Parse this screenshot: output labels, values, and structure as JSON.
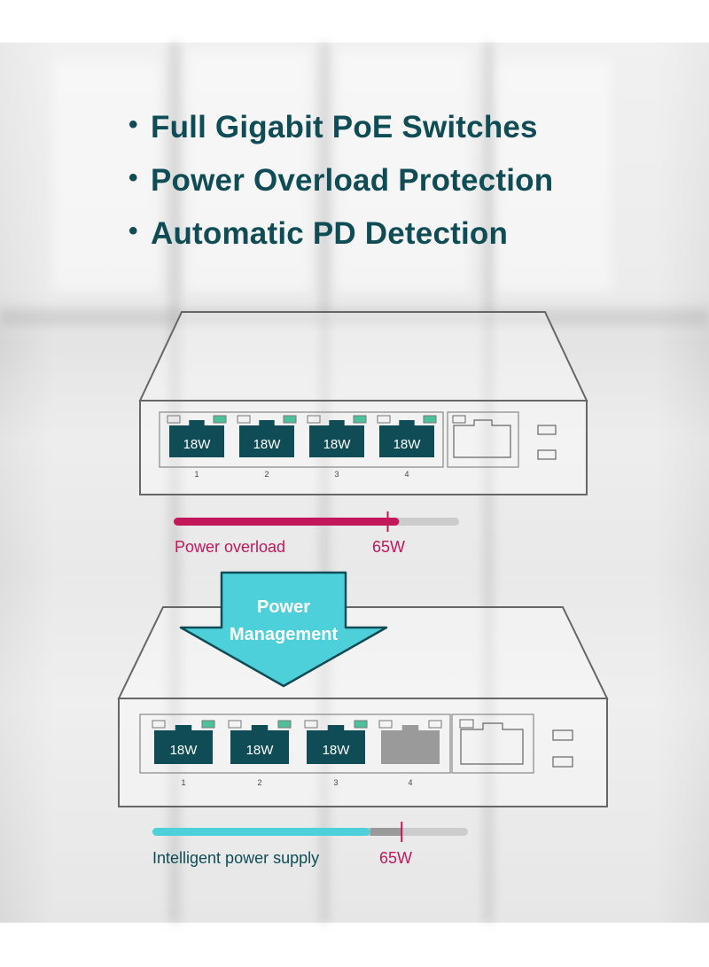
{
  "features": [
    "Full Gigabit PoE Switches",
    "Power Overload Protection",
    "Automatic PD Detection"
  ],
  "bullet_symbol": "•",
  "switch_top": {
    "ports": [
      {
        "number": "1",
        "label": "18W",
        "active": true
      },
      {
        "number": "2",
        "label": "18W",
        "active": true
      },
      {
        "number": "3",
        "label": "18W",
        "active": true
      },
      {
        "number": "4",
        "label": "18W",
        "active": true
      }
    ],
    "power_bar": {
      "label": "Power overload",
      "limit_label": "65W",
      "fill_fraction": 0.79,
      "limit_fraction": 0.75
    }
  },
  "arrow": {
    "line1": "Power",
    "line2": "Management"
  },
  "switch_bottom": {
    "ports": [
      {
        "number": "1",
        "label": "18W",
        "active": true
      },
      {
        "number": "2",
        "label": "18W",
        "active": true
      },
      {
        "number": "3",
        "label": "18W",
        "active": true
      },
      {
        "number": "4",
        "label": "",
        "active": false
      }
    ],
    "power_bar": {
      "label": "Intelligent power supply",
      "limit_label": "65W",
      "fill_fraction": 0.69,
      "limit_fraction": 0.79
    }
  },
  "colors": {
    "heading": "#0f4c55",
    "port_active": "#0f4c55",
    "port_inactive": "#9a9a9a",
    "led_green": "#4cc19c",
    "overload": "#c2185b",
    "intelligent": "#4dd0d9",
    "arrow": "#4dd0d9"
  }
}
